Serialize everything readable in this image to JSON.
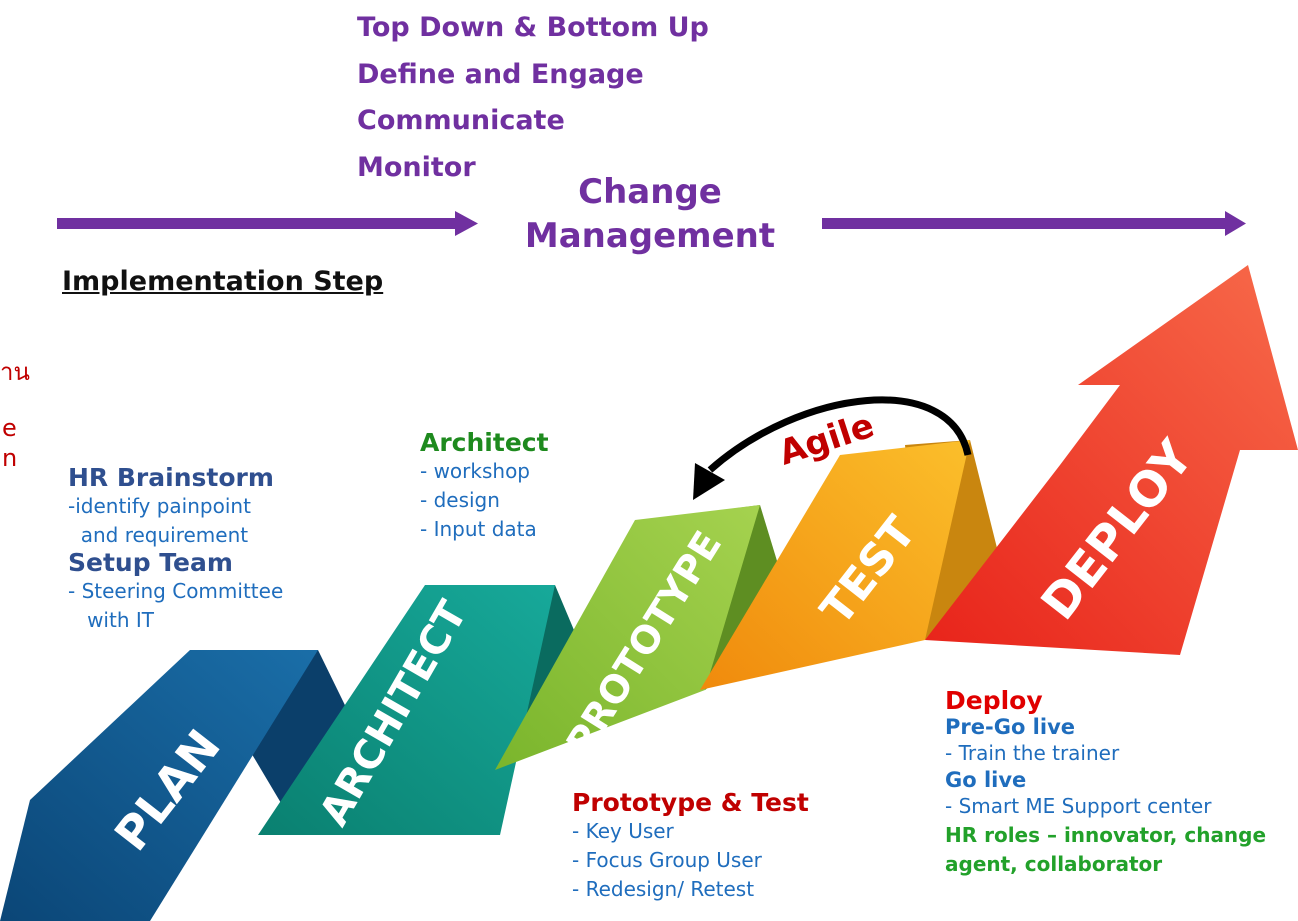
{
  "change_management": {
    "items": [
      "Top Down & Bottom Up",
      "Define and Engage",
      "Communicate",
      "Monitor"
    ],
    "title_line1": "Change",
    "title_line2": "Management"
  },
  "implementation_title": "Implementation Step",
  "side_fragments": [
    "าน",
    "e",
    "n"
  ],
  "staircase": {
    "steps": [
      "PLAN",
      "ARCHITECT",
      "PROTOTYPE",
      "TEST",
      "DEPLOY"
    ],
    "loop_label": "Agile",
    "colors": {
      "plan": "#0f5a93",
      "architect": "#0f9a89",
      "prototype": "#8cc63f",
      "test": "#f7a21b",
      "deploy": "#ef3b24"
    }
  },
  "hr": {
    "heading1": "HR Brainstorm",
    "line1": "-identify painpoint",
    "line2": "  and requirement",
    "heading2": "Setup Team",
    "line3": "- Steering Committee",
    "line4": "   with IT"
  },
  "architect": {
    "heading": "Architect",
    "items": [
      "- workshop",
      "- design",
      "- Input data"
    ]
  },
  "prototype_test": {
    "heading": "Prototype & Test",
    "items": [
      "- Key User",
      "- Focus Group User",
      "- Redesign/ Retest"
    ]
  },
  "deploy": {
    "heading": "Deploy",
    "pre_go_live": "Pre-Go live",
    "pre_item": "- Train the trainer",
    "go_live": "Go live",
    "go_item": "- Smart ME Support center",
    "hr_roles_1": "HR roles – innovator, change",
    "hr_roles_2": "agent, collaborator"
  }
}
